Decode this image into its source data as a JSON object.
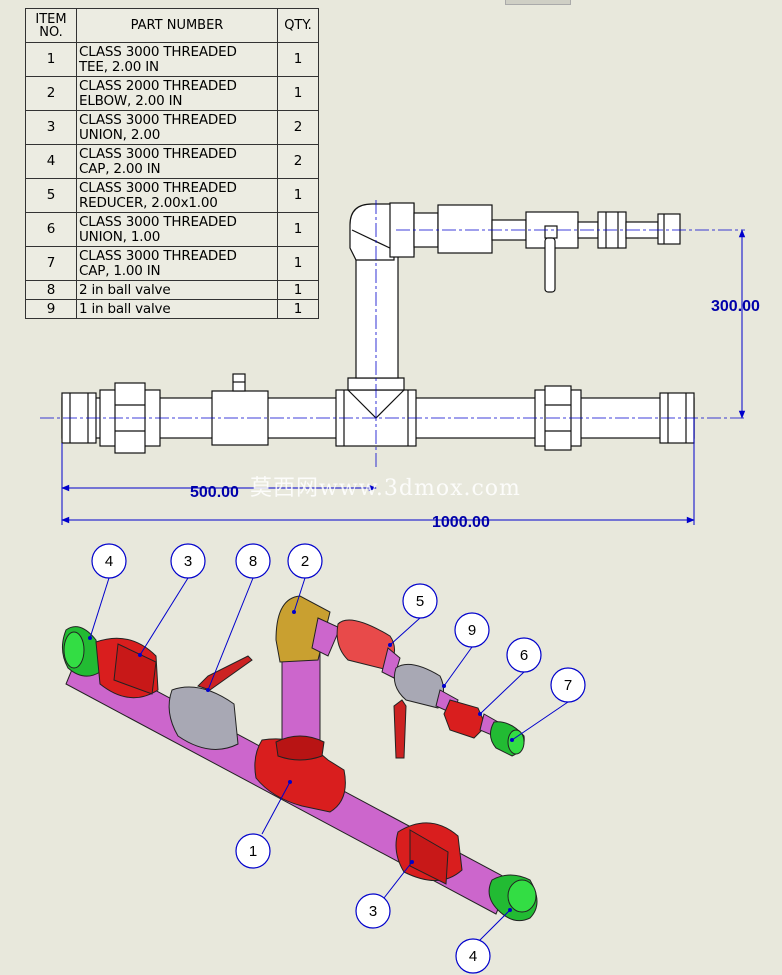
{
  "bom": {
    "headers": {
      "item": [
        "ITEM",
        "NO."
      ],
      "part": "PART NUMBER",
      "qty": "QTY."
    },
    "rows": [
      {
        "item": "1",
        "part": [
          "CLASS 3000 THREADED",
          "TEE, 2.00 IN"
        ],
        "qty": "1"
      },
      {
        "item": "2",
        "part": [
          "CLASS 2000 THREADED",
          "ELBOW, 2.00 IN"
        ],
        "qty": "1"
      },
      {
        "item": "3",
        "part": [
          "CLASS 3000 THREADED",
          "UNION, 2.00"
        ],
        "qty": "2"
      },
      {
        "item": "4",
        "part": [
          "CLASS 3000 THREADED",
          "CAP, 2.00 IN"
        ],
        "qty": "2"
      },
      {
        "item": "5",
        "part": [
          "CLASS 3000 THREADED",
          "REDUCER, 2.00x1.00"
        ],
        "qty": "1"
      },
      {
        "item": "6",
        "part": [
          "CLASS 3000 THREADED",
          "UNION, 1.00"
        ],
        "qty": "1"
      },
      {
        "item": "7",
        "part": [
          "CLASS 3000 THREADED",
          "CAP, 1.00 IN"
        ],
        "qty": "1"
      },
      {
        "item": "8",
        "part": [
          " 2 in ball valve"
        ],
        "qty": "1"
      },
      {
        "item": "9",
        "part": [
          "1 in ball valve"
        ],
        "qty": "1"
      }
    ]
  },
  "dimensions": {
    "height": "300.00",
    "half_length": "500.00",
    "full_length": "1000.00"
  },
  "balloons": [
    "4",
    "3",
    "8",
    "2",
    "5",
    "9",
    "6",
    "7",
    "1",
    "3",
    "4"
  ],
  "watermark": "莫西网www.3dmox.com",
  "colors": {
    "background": "#e8e8dc",
    "dimension": "#0000cc",
    "pipe": "#cc66cc",
    "fitting_red": "#d91e1e",
    "cap_green": "#22bb33",
    "valve_gray": "#a8a8b4",
    "elbow_gold": "#c9a030",
    "reducer_red": "#e84a4a"
  }
}
